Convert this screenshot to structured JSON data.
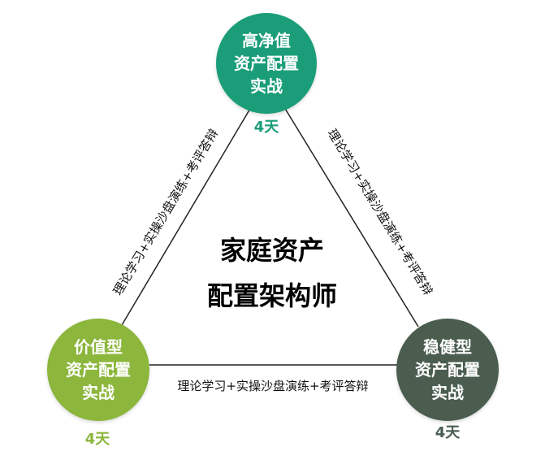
{
  "colors": {
    "top_node": "#1a9d78",
    "left_node": "#8cb63c",
    "right_node": "#4a5d4e",
    "line": "#222222"
  },
  "nodes": {
    "top": {
      "lines": [
        "高净值",
        "资产配置",
        "实战"
      ],
      "days": "4天"
    },
    "left": {
      "lines": [
        "价值型",
        "资产配置",
        "实战"
      ],
      "days": "4天"
    },
    "right": {
      "lines": [
        "稳健型",
        "资产配置",
        "实战"
      ],
      "days": "4天"
    }
  },
  "center": {
    "lines": [
      "家庭资产",
      "配置架构师"
    ]
  },
  "edges": {
    "left": "理论学习+实操沙盘演练+考评答辩",
    "right": "理论学习+实操沙盘演练+考评答辩",
    "bottom": "理论学习+实操沙盘演练+考评答辩"
  }
}
